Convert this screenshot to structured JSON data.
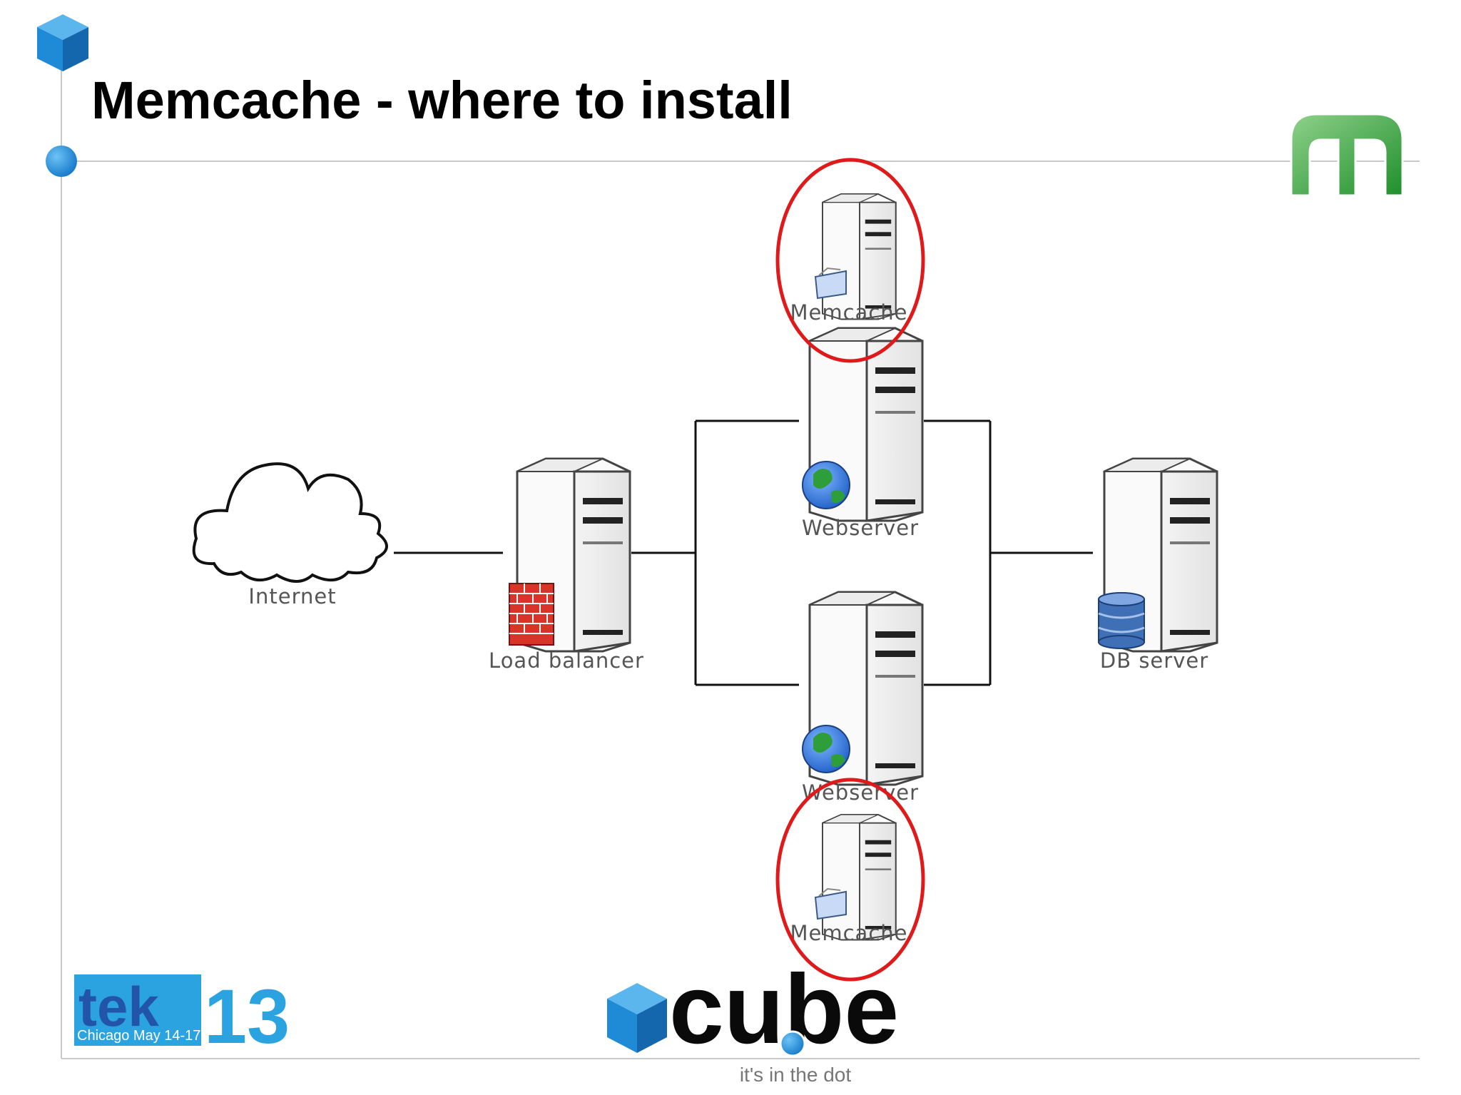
{
  "title": "Memcache - where to install",
  "nodes": {
    "internet": "Internet",
    "load_balancer": "Load balancer",
    "webserver_top": "Webserver",
    "webserver_bottom": "Webserver",
    "db_server": "DB server",
    "memcache_top": "Memcache",
    "memcache_bottom": "Memcache"
  },
  "edges": [
    {
      "from": "Internet",
      "to": "Load balancer"
    },
    {
      "from": "Load balancer",
      "to": "Webserver"
    },
    {
      "from": "Load balancer",
      "to": "Webserver"
    },
    {
      "from": "Webserver",
      "to": "DB server"
    },
    {
      "from": "Webserver",
      "to": "DB server"
    }
  ],
  "highlights": [
    "Memcache",
    "Memcache"
  ],
  "footer": {
    "conference_word": "tek",
    "conference_number": "13",
    "conference_location": "Chicago May 14-17",
    "brand": "cube",
    "tagline": "it's in the dot"
  },
  "colors": {
    "accent_blue": "#1f8ad6",
    "highlight_red": "#e01a1a",
    "logo_green": "#2e9e3a"
  }
}
